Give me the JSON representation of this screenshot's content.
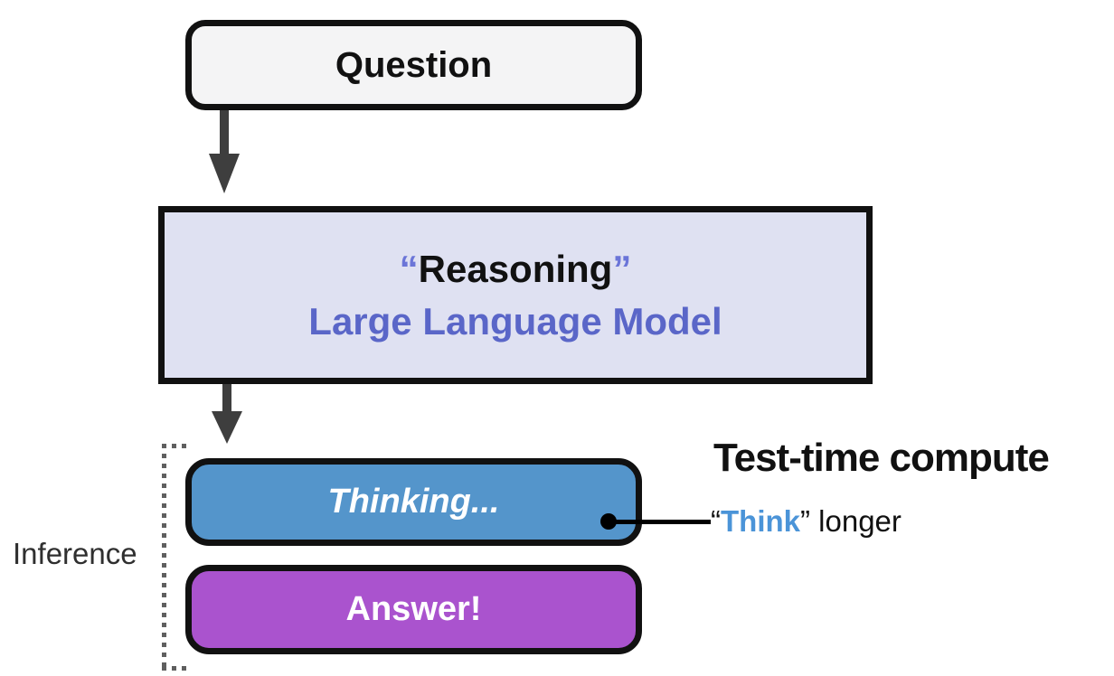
{
  "diagram": {
    "question": {
      "label": "Question"
    },
    "reasoning_llm": {
      "open_quote": "“",
      "title_word": "Reasoning",
      "close_quote": "”",
      "subtitle": "Large Language Model"
    },
    "thinking": {
      "label": "Thinking..."
    },
    "answer": {
      "label": "Answer!"
    },
    "inference": {
      "label": "Inference"
    },
    "testtime": {
      "title": "Test-time compute"
    },
    "annotation": {
      "open_quote": "“",
      "think_word": "Think",
      "close_quote": "”",
      "rest": " longer"
    }
  },
  "colors": {
    "ink": "#111111",
    "question_fill": "#f4f4f5",
    "llm_fill": "#dfe1f2",
    "llm_text": "#5a66c8",
    "llm_quote": "#6b75d8",
    "arrow_gray": "#3e3e3e",
    "thinking_fill": "#5495cb",
    "answer_fill": "#aa53ce",
    "think_blue": "#4b94d8",
    "bracket_gray": "#5f5f5f",
    "label_gray": "#2f2f2f"
  }
}
